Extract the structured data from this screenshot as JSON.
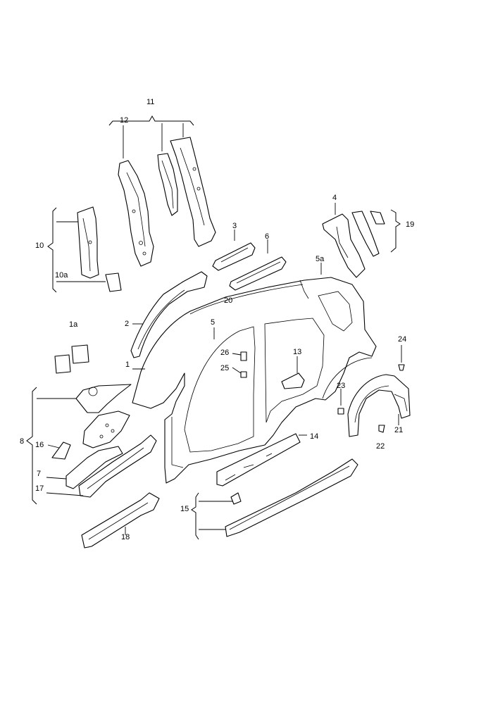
{
  "diagram": {
    "callouts": [
      {
        "id": "c11",
        "text": "11"
      },
      {
        "id": "c12",
        "text": "12"
      },
      {
        "id": "c10",
        "text": "10"
      },
      {
        "id": "c10a",
        "text": "10a"
      },
      {
        "id": "c4",
        "text": "4"
      },
      {
        "id": "c19",
        "text": "19"
      },
      {
        "id": "c3",
        "text": "3"
      },
      {
        "id": "c6",
        "text": "6"
      },
      {
        "id": "c5a",
        "text": "5a"
      },
      {
        "id": "c2",
        "text": "2"
      },
      {
        "id": "c20",
        "text": "20"
      },
      {
        "id": "c5",
        "text": "5"
      },
      {
        "id": "c1a",
        "text": "1a"
      },
      {
        "id": "c1",
        "text": "1"
      },
      {
        "id": "c26",
        "text": "26"
      },
      {
        "id": "c13",
        "text": "13"
      },
      {
        "id": "c24",
        "text": "24"
      },
      {
        "id": "c25",
        "text": "25"
      },
      {
        "id": "c23",
        "text": "23"
      },
      {
        "id": "c21",
        "text": "21"
      },
      {
        "id": "c8",
        "text": "8"
      },
      {
        "id": "c16",
        "text": "16"
      },
      {
        "id": "c14",
        "text": "14"
      },
      {
        "id": "c22",
        "text": "22"
      },
      {
        "id": "c7",
        "text": "7"
      },
      {
        "id": "c17",
        "text": "17"
      },
      {
        "id": "c15",
        "text": "15"
      },
      {
        "id": "c18",
        "text": "18"
      }
    ]
  }
}
